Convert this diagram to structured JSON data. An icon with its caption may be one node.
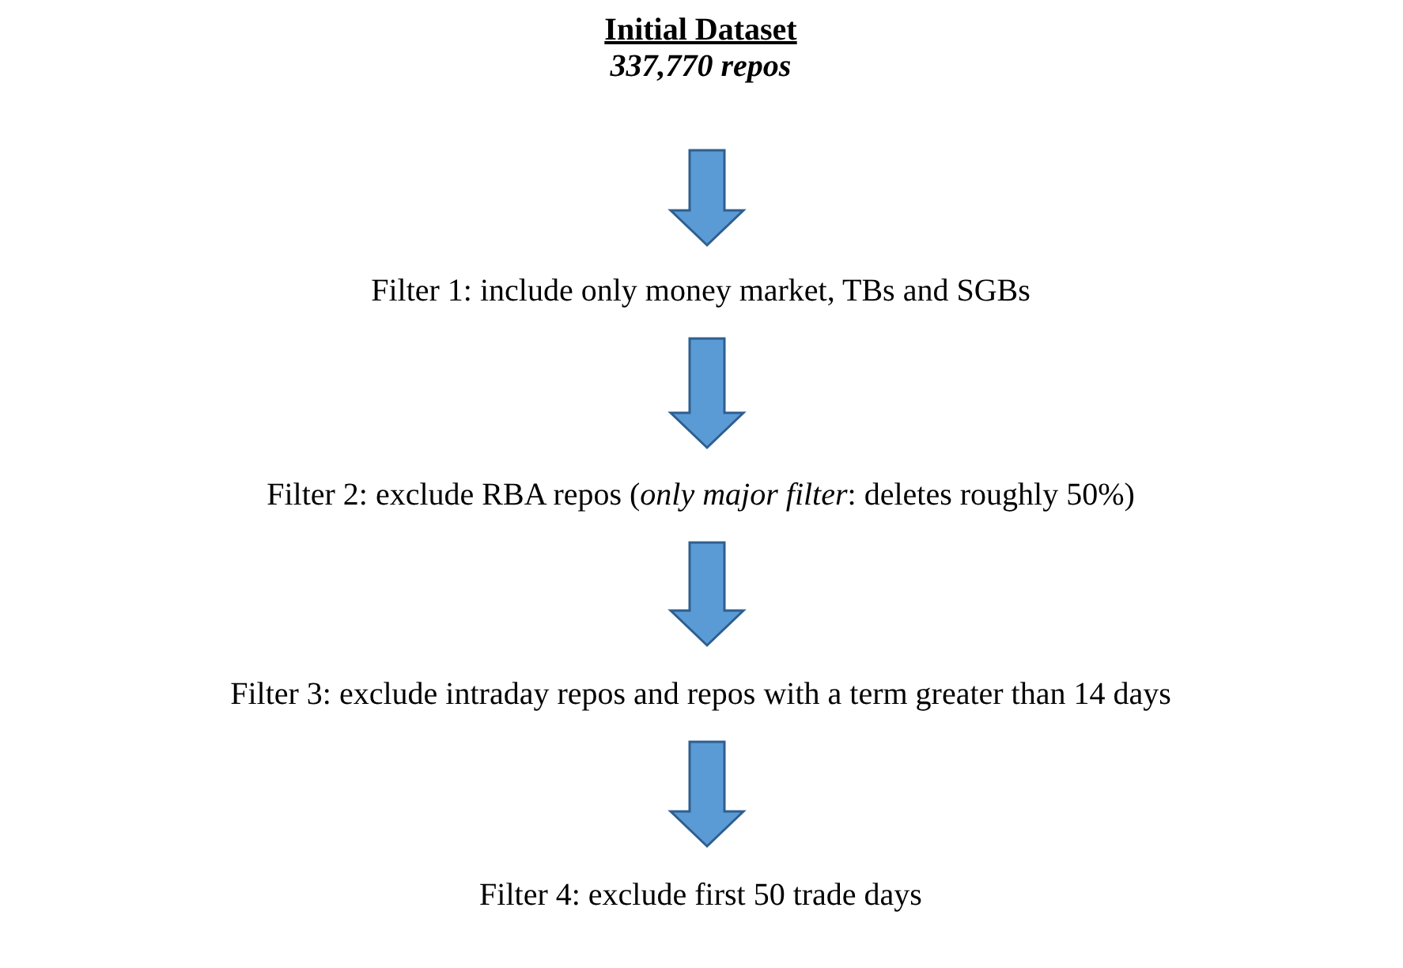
{
  "diagram": {
    "nodes": [
      {
        "text": [
          "Initial Dataset",
          "337,770 repos"
        ]
      },
      {
        "text": [
          "Filter 1: include only money market, TBs and SGBs"
        ]
      },
      {
        "text": [
          "Filter 2: exclude RBA repos (*only major filter*: deletes roughly 50%)"
        ]
      },
      {
        "text": [
          "Filter 3: exclude intraday repos and repos with a term greater than 14 days"
        ]
      },
      {
        "text": [
          "Filter 4: exclude first 50 trade days"
        ]
      }
    ],
    "edges": [
      {
        "from": 0,
        "to": 1,
        "arrow": "to"
      },
      {
        "from": 1,
        "to": 2,
        "arrow": "to"
      },
      {
        "from": 2,
        "to": 3,
        "arrow": "to"
      },
      {
        "from": 3,
        "to": 4,
        "arrow": "to"
      }
    ]
  }
}
